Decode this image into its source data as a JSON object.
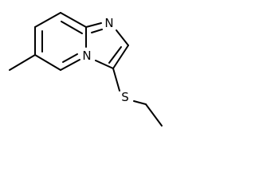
{
  "atoms": {
    "imidazole_nitrogen": "N",
    "bridgehead_nitrogen": "N",
    "sulfur": "S"
  },
  "colors": {
    "bond": "#000000",
    "label": "#000000",
    "background": "#ffffff"
  }
}
